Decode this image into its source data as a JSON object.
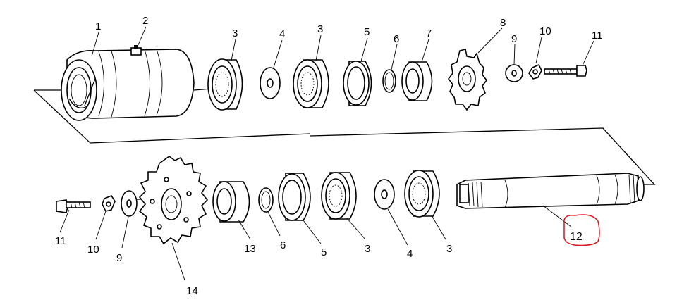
{
  "labels": {
    "top_housing": "1",
    "top_fitting": "2",
    "top_bearing_a": "3",
    "top_washer": "4",
    "top_bearing_b": "3",
    "top_seal": "5",
    "top_snapring": "6",
    "top_spacer": "7",
    "top_sprocket": "8",
    "top_washer_b": "9",
    "top_lockwasher": "10",
    "top_bolt": "11",
    "shaft": "12",
    "bottom_bolt": "11",
    "bottom_lockwasher": "10",
    "bottom_washer": "9",
    "bottom_sprocket": "14",
    "bottom_spacer": "13",
    "bottom_snapring": "6",
    "bottom_seal": "5",
    "bottom_bearing_a": "3",
    "bottom_washer_b": "4",
    "bottom_bearing_b": "3"
  },
  "colors": {
    "line": "#000000",
    "highlight": "#e0141e"
  }
}
